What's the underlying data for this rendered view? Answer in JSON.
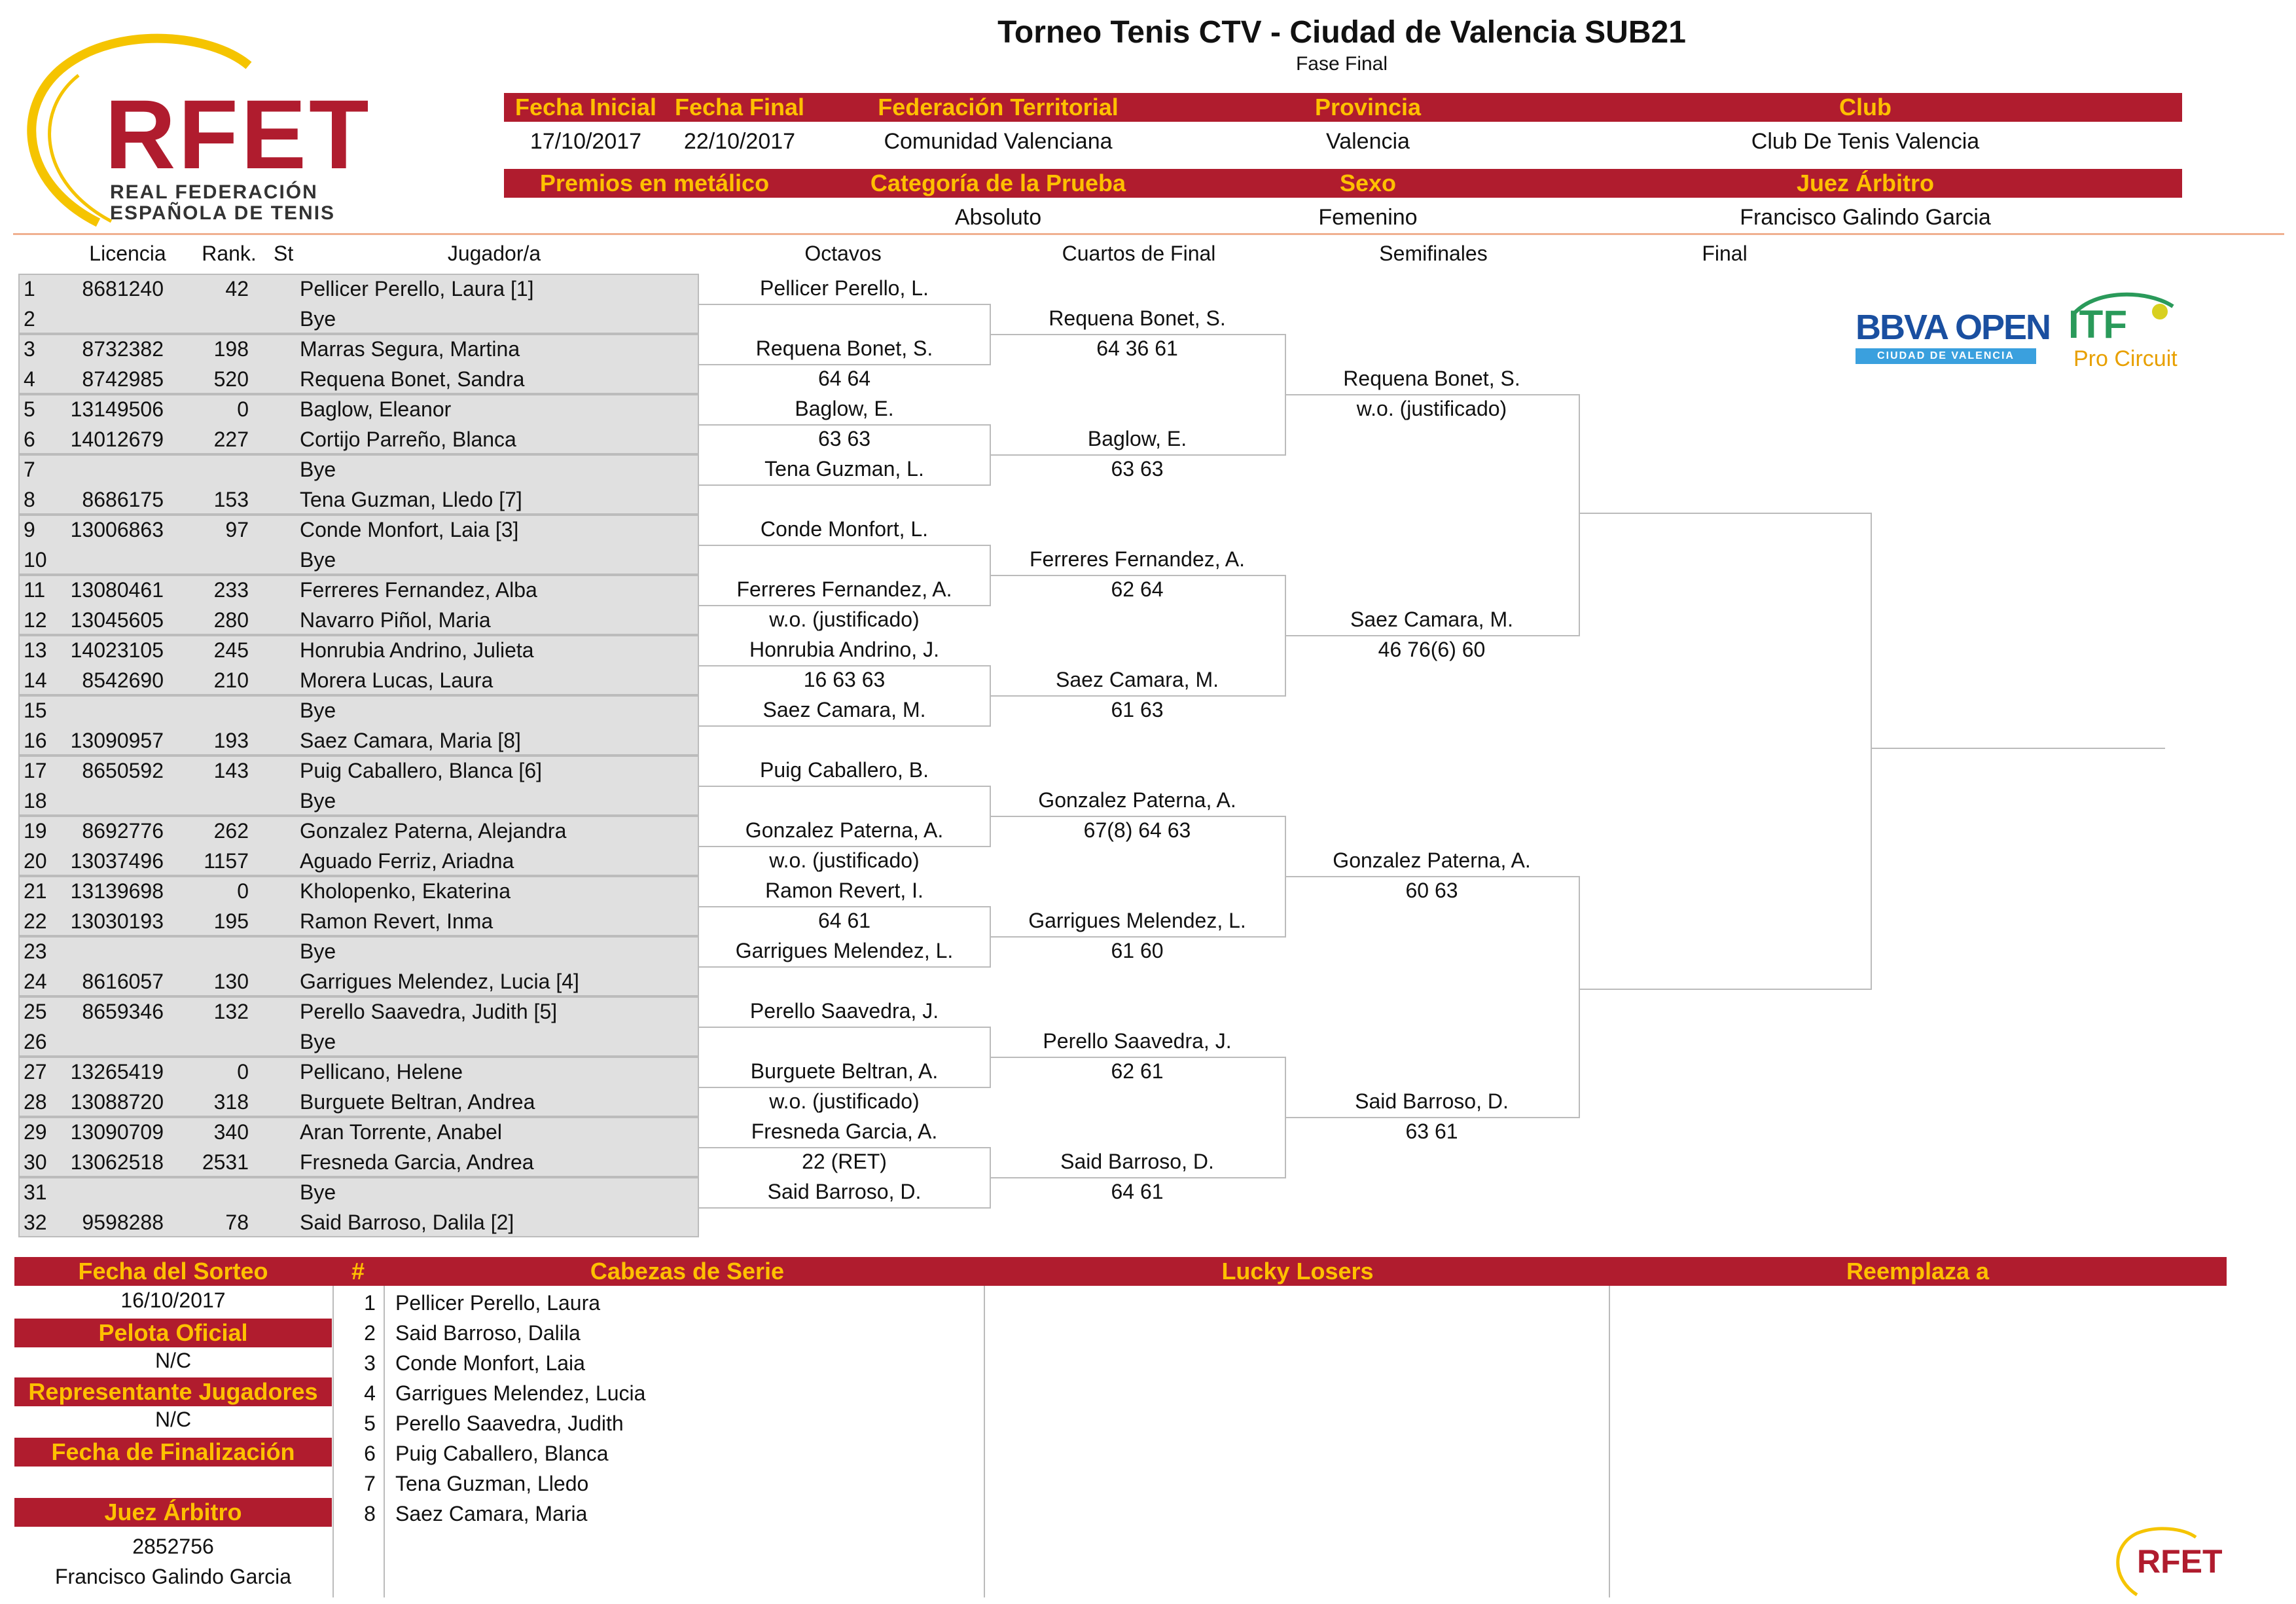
{
  "title": "Torneo Tenis CTV - Ciudad de Valencia SUB21",
  "subtitle": "Fase Final",
  "logo": {
    "text": "RFET",
    "line1": "REAL FEDERACIÓN",
    "line2": "ESPAÑOLA DE TENIS",
    "accent": "#b01c2e",
    "ring": "#f5c400"
  },
  "info1": {
    "headers": {
      "start": "Fecha Inicial",
      "end": "Fecha Final",
      "federation": "Federación Territorial",
      "province": "Provincia",
      "club": "Club"
    },
    "values": {
      "start": "17/10/2017",
      "end": "22/10/2017",
      "federation": "Comunidad Valenciana",
      "province": "Valencia",
      "club": "Club De Tenis Valencia"
    }
  },
  "info2": {
    "headers": {
      "prize": "Premios en metálico",
      "category": "Categoría de la Prueba",
      "sex": "Sexo",
      "referee": "Juez Árbitro"
    },
    "values": {
      "prize": "",
      "category": "Absoluto",
      "sex": "Femenino",
      "referee": "Francisco Galindo Garcia"
    }
  },
  "columns": {
    "license": "Licencia",
    "rank": "Rank.",
    "st": "St",
    "player": "Jugador/a",
    "r16": "Octavos",
    "qf": "Cuartos de Final",
    "sf": "Semifinales",
    "final": "Final"
  },
  "players": [
    {
      "n": "1",
      "lic": "8681240",
      "rank": "42",
      "name": "Pellicer Perello, Laura [1]"
    },
    {
      "n": "2",
      "lic": "",
      "rank": "",
      "name": "Bye"
    },
    {
      "n": "3",
      "lic": "8732382",
      "rank": "198",
      "name": "Marras Segura, Martina"
    },
    {
      "n": "4",
      "lic": "8742985",
      "rank": "520",
      "name": "Requena Bonet, Sandra"
    },
    {
      "n": "5",
      "lic": "13149506",
      "rank": "0",
      "name": "Baglow, Eleanor"
    },
    {
      "n": "6",
      "lic": "14012679",
      "rank": "227",
      "name": "Cortijo Parreño, Blanca"
    },
    {
      "n": "7",
      "lic": "",
      "rank": "",
      "name": "Bye"
    },
    {
      "n": "8",
      "lic": "8686175",
      "rank": "153",
      "name": "Tena Guzman, Lledo [7]"
    },
    {
      "n": "9",
      "lic": "13006863",
      "rank": "97",
      "name": "Conde Monfort, Laia [3]"
    },
    {
      "n": "10",
      "lic": "",
      "rank": "",
      "name": "Bye"
    },
    {
      "n": "11",
      "lic": "13080461",
      "rank": "233",
      "name": "Ferreres Fernandez, Alba"
    },
    {
      "n": "12",
      "lic": "13045605",
      "rank": "280",
      "name": "Navarro Piñol, Maria"
    },
    {
      "n": "13",
      "lic": "14023105",
      "rank": "245",
      "name": "Honrubia Andrino, Julieta"
    },
    {
      "n": "14",
      "lic": "8542690",
      "rank": "210",
      "name": "Morera Lucas, Laura"
    },
    {
      "n": "15",
      "lic": "",
      "rank": "",
      "name": "Bye"
    },
    {
      "n": "16",
      "lic": "13090957",
      "rank": "193",
      "name": "Saez Camara, Maria [8]"
    },
    {
      "n": "17",
      "lic": "8650592",
      "rank": "143",
      "name": "Puig Caballero, Blanca [6]"
    },
    {
      "n": "18",
      "lic": "",
      "rank": "",
      "name": "Bye"
    },
    {
      "n": "19",
      "lic": "8692776",
      "rank": "262",
      "name": "Gonzalez Paterna, Alejandra"
    },
    {
      "n": "20",
      "lic": "13037496",
      "rank": "1157",
      "name": "Aguado Ferriz, Ariadna"
    },
    {
      "n": "21",
      "lic": "13139698",
      "rank": "0",
      "name": "Kholopenko, Ekaterina"
    },
    {
      "n": "22",
      "lic": "13030193",
      "rank": "195",
      "name": "Ramon Revert, Inma"
    },
    {
      "n": "23",
      "lic": "",
      "rank": "",
      "name": "Bye"
    },
    {
      "n": "24",
      "lic": "8616057",
      "rank": "130",
      "name": "Garrigues Melendez, Lucia [4]"
    },
    {
      "n": "25",
      "lic": "8659346",
      "rank": "132",
      "name": "Perello Saavedra, Judith [5]"
    },
    {
      "n": "26",
      "lic": "",
      "rank": "",
      "name": "Bye"
    },
    {
      "n": "27",
      "lic": "13265419",
      "rank": "0",
      "name": "Pellicano, Helene"
    },
    {
      "n": "28",
      "lic": "13088720",
      "rank": "318",
      "name": "Burguete Beltran, Andrea"
    },
    {
      "n": "29",
      "lic": "13090709",
      "rank": "340",
      "name": "Aran Torrente, Anabel"
    },
    {
      "n": "30",
      "lic": "13062518",
      "rank": "2531",
      "name": "Fresneda Garcia, Andrea"
    },
    {
      "n": "31",
      "lic": "",
      "rank": "",
      "name": "Bye"
    },
    {
      "n": "32",
      "lic": "9598288",
      "rank": "78",
      "name": "Said Barroso, Dalila [2]"
    }
  ],
  "r16": [
    {
      "name": "Pellicer Perello, L.",
      "score": ""
    },
    {
      "name": "Requena Bonet, S.",
      "score": "64 64"
    },
    {
      "name": "Baglow, E.",
      "score": "63 63"
    },
    {
      "name": "Tena Guzman, L.",
      "score": ""
    },
    {
      "name": "Conde Monfort, L.",
      "score": ""
    },
    {
      "name": "Ferreres Fernandez, A.",
      "score": "w.o. (justificado)"
    },
    {
      "name": "Honrubia Andrino, J.",
      "score": "16 63 63"
    },
    {
      "name": "Saez Camara, M.",
      "score": ""
    },
    {
      "name": "Puig Caballero, B.",
      "score": ""
    },
    {
      "name": "Gonzalez Paterna, A.",
      "score": "w.o. (justificado)"
    },
    {
      "name": "Ramon Revert, I.",
      "score": "64 61"
    },
    {
      "name": "Garrigues Melendez, L.",
      "score": ""
    },
    {
      "name": "Perello Saavedra, J.",
      "score": ""
    },
    {
      "name": "Burguete Beltran, A.",
      "score": "w.o. (justificado)"
    },
    {
      "name": "Fresneda Garcia, A.",
      "score": "22 (RET)"
    },
    {
      "name": "Said Barroso, D.",
      "score": ""
    }
  ],
  "qf": [
    {
      "name": "Requena Bonet, S.",
      "score": "64 36 61"
    },
    {
      "name": "Baglow, E.",
      "score": "63 63"
    },
    {
      "name": "Ferreres Fernandez, A.",
      "score": "62 64"
    },
    {
      "name": "Saez Camara, M.",
      "score": "61 63"
    },
    {
      "name": "Gonzalez Paterna, A.",
      "score": "67(8) 64 63"
    },
    {
      "name": "Garrigues Melendez, L.",
      "score": "61 60"
    },
    {
      "name": "Perello Saavedra, J.",
      "score": "62 61"
    },
    {
      "name": "Said Barroso, D.",
      "score": "64 61"
    }
  ],
  "sf": [
    {
      "name": "Requena Bonet, S.",
      "score": "w.o. (justificado)"
    },
    {
      "name": "Saez Camara, M.",
      "score": "46 76(6) 60"
    },
    {
      "name": "Gonzalez Paterna, A.",
      "score": "60 63"
    },
    {
      "name": "Said Barroso, D.",
      "score": "63 61"
    }
  ],
  "sponsors": {
    "bbva": "BBVA OPEN",
    "bbva_sub": "CIUDAD DE VALENCIA",
    "itf": "ITF",
    "itf_sub": "Pro Circuit"
  },
  "footer": {
    "draw_date_label": "Fecha del Sorteo",
    "draw_date": "16/10/2017",
    "ball_label": "Pelota Oficial",
    "ball": "N/C",
    "rep_label": "Representante Jugadores",
    "rep": "N/C",
    "finish_label": "Fecha de Finalización",
    "finish": "",
    "referee_label": "Juez Árbitro",
    "referee_id": "2852756",
    "referee_name": "Francisco Galindo Garcia",
    "num_label": "#",
    "seeds_label": "Cabezas de Serie",
    "lucky_label": "Lucky Losers",
    "replaces_label": "Reemplaza a",
    "seeds": [
      {
        "n": "1",
        "name": "Pellicer Perello, Laura"
      },
      {
        "n": "2",
        "name": "Said Barroso, Dalila"
      },
      {
        "n": "3",
        "name": "Conde Monfort, Laia"
      },
      {
        "n": "4",
        "name": "Garrigues Melendez, Lucia"
      },
      {
        "n": "5",
        "name": "Perello Saavedra, Judith"
      },
      {
        "n": "6",
        "name": "Puig Caballero, Blanca"
      },
      {
        "n": "7",
        "name": "Tena Guzman, Lledo"
      },
      {
        "n": "8",
        "name": "Saez Camara, Maria"
      }
    ],
    "small_logo": "RFET"
  }
}
